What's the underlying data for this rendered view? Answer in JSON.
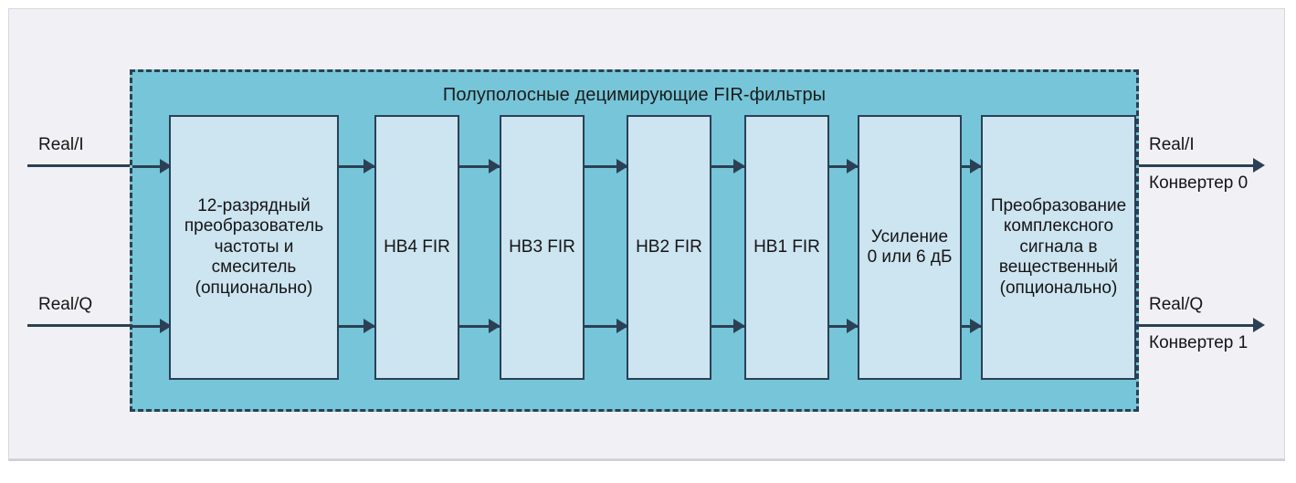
{
  "diagram": {
    "title": "Полуполосные децимирующие FIR-фильтры",
    "region_fill": "#76c5d8",
    "block_fill": "#cde4f1",
    "stroke": "#2b4055",
    "page_bg": "#f1f1f5"
  },
  "blocks": [
    {
      "id": "ddc-mixer",
      "lines": [
        "12-разрядный",
        "преобразователь",
        "частоты и",
        "смеситель",
        "(опционально)"
      ]
    },
    {
      "id": "hb4",
      "lines": [
        "HB4 FIR"
      ]
    },
    {
      "id": "hb3",
      "lines": [
        "HB3 FIR"
      ]
    },
    {
      "id": "hb2",
      "lines": [
        "HB2 FIR"
      ]
    },
    {
      "id": "hb1",
      "lines": [
        "HB1 FIR"
      ]
    },
    {
      "id": "gain",
      "lines": [
        "Усиление",
        "0 или 6 дБ"
      ]
    },
    {
      "id": "complex-to-real",
      "lines": [
        "Преобразование",
        "комплексного",
        "сигнала в",
        "вещественный",
        "(опционально)"
      ]
    }
  ],
  "inputs": {
    "top": "Real/I",
    "bottom": "Real/Q"
  },
  "outputs": {
    "top_signal": "Real/I",
    "top_converter": "Конвертер 0",
    "bottom_signal": "Real/Q",
    "bottom_converter": "Конвертер 1"
  }
}
